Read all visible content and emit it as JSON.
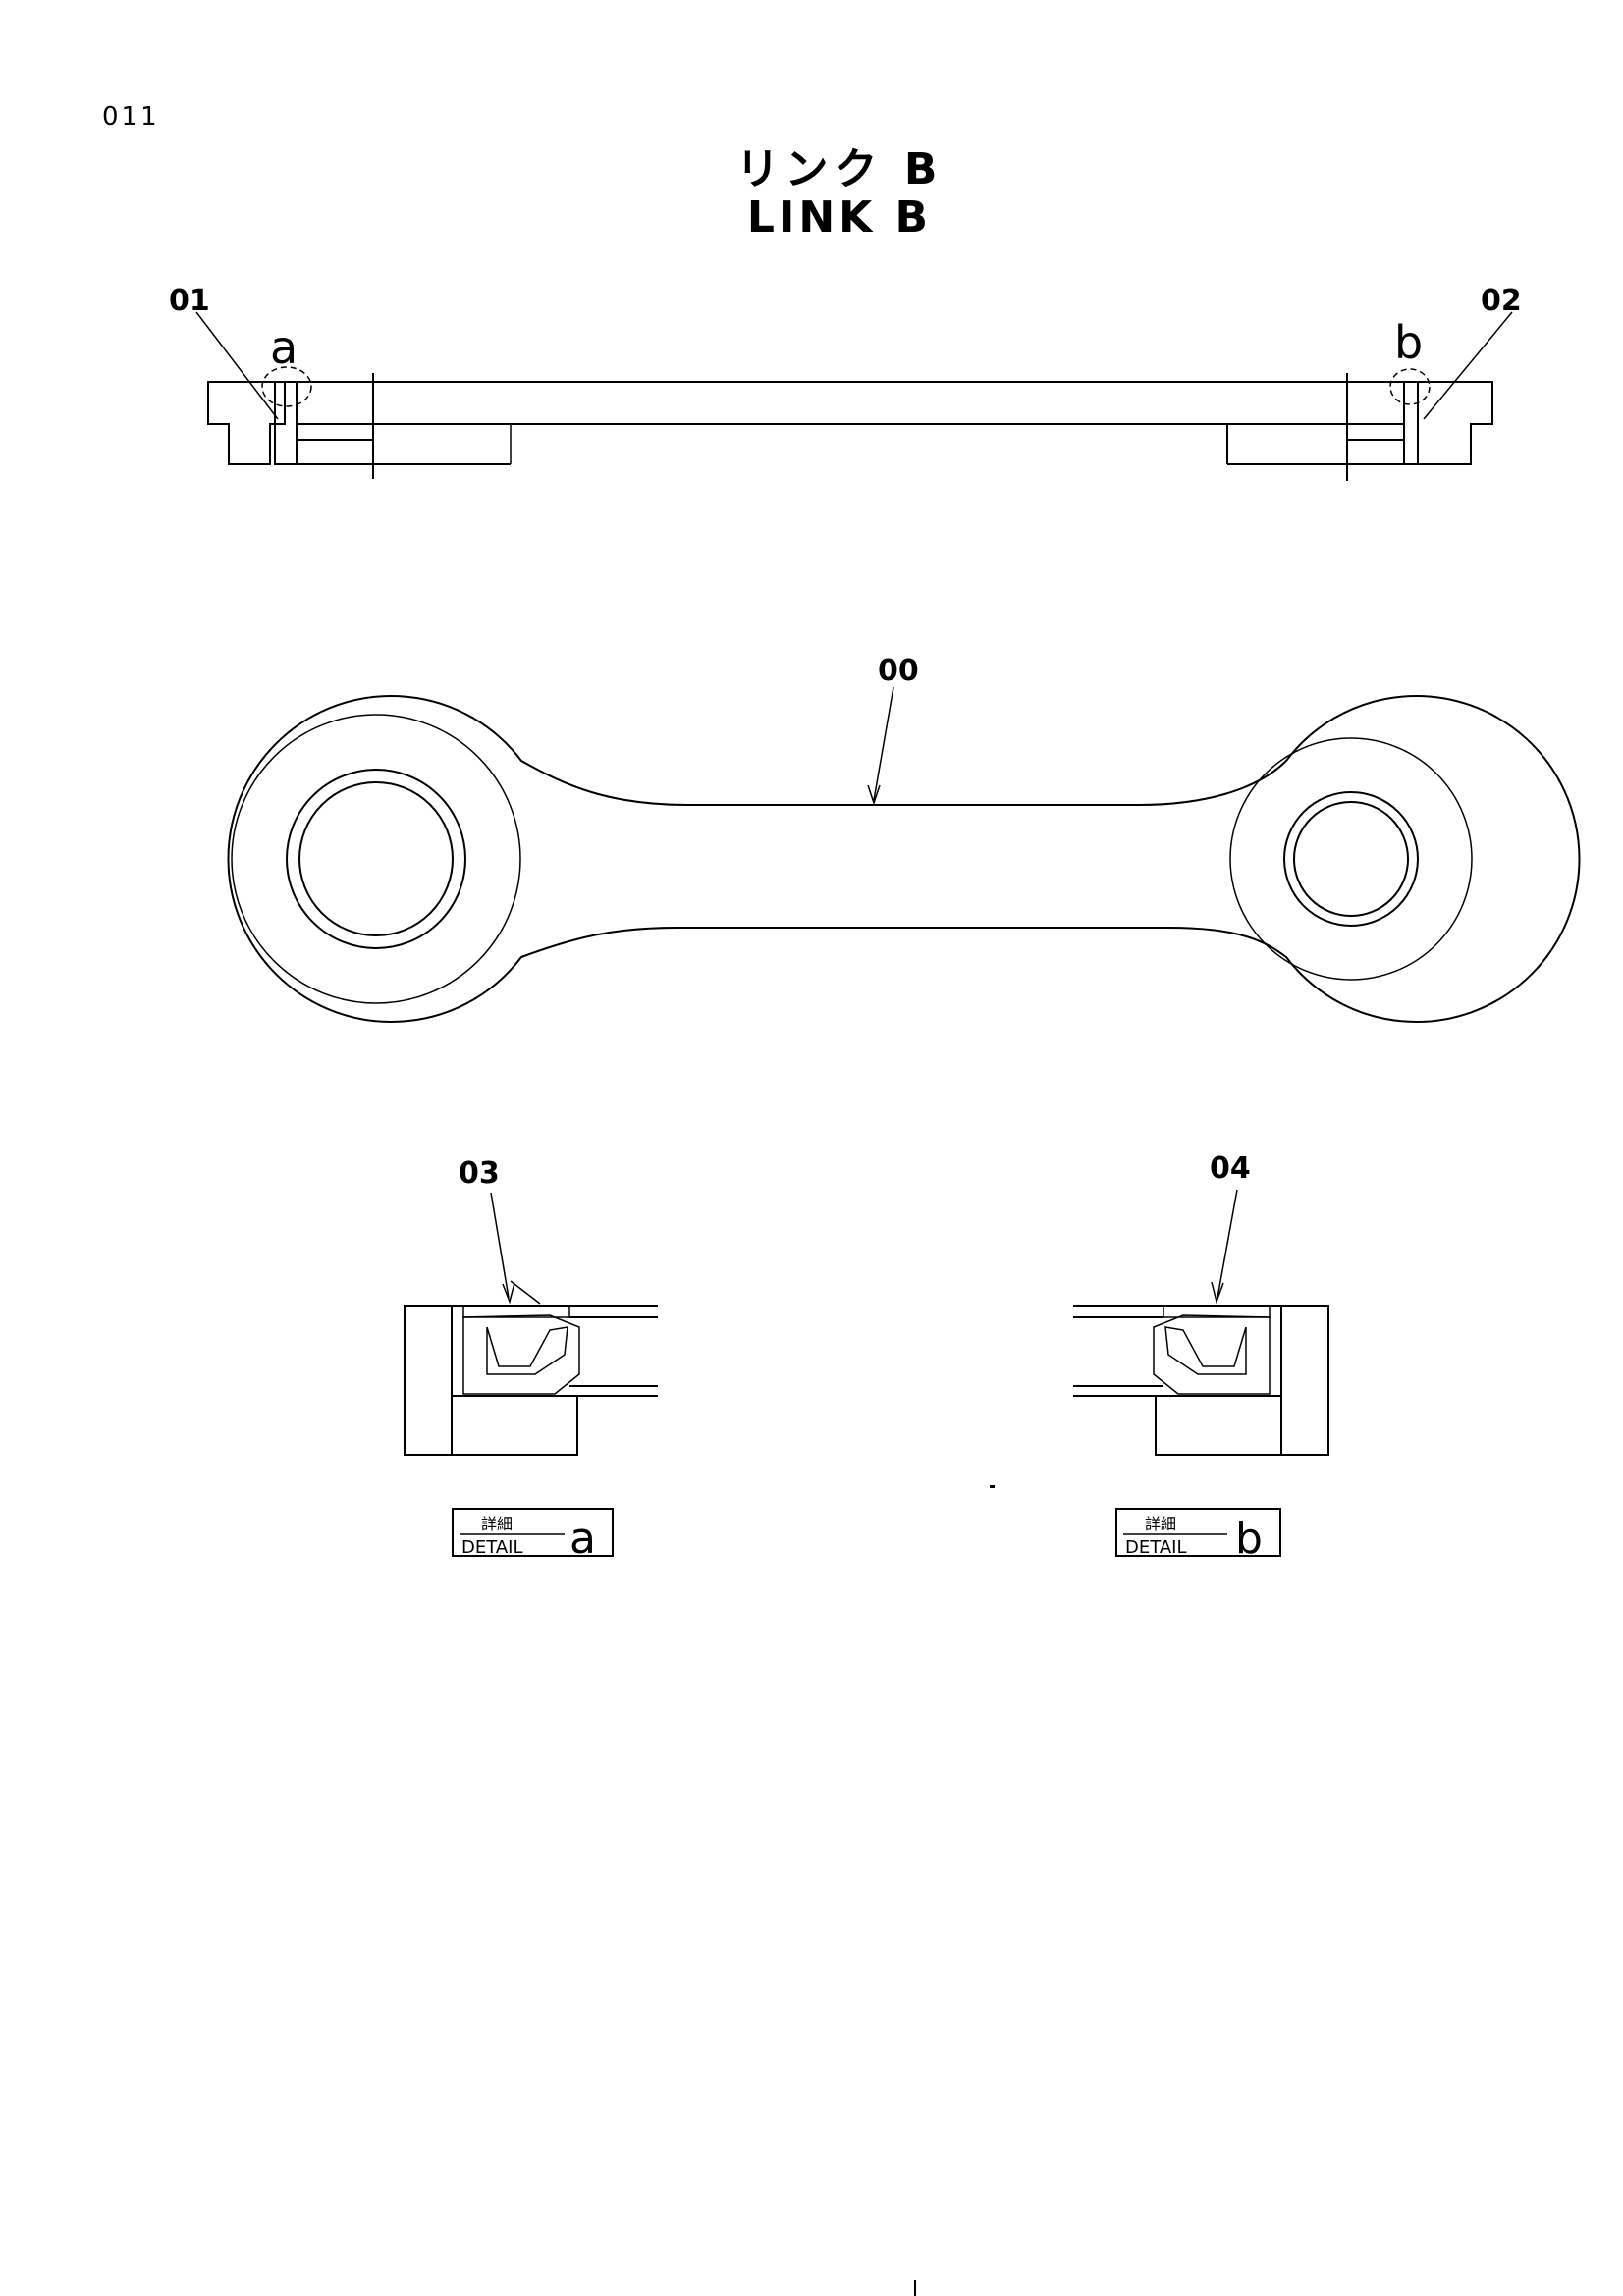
{
  "page_number": "011",
  "title_japanese": "リンク B",
  "title_english": "LINK B",
  "part_labels": {
    "p00": "00",
    "p01": "01",
    "p02": "02",
    "p03": "03",
    "p04": "04"
  },
  "detail_markers": {
    "a": "a",
    "b": "b"
  },
  "detail_boxes": {
    "a": {
      "kanji": "詳細",
      "word": "DETAIL",
      "letter": "a"
    },
    "b": {
      "kanji": "詳細",
      "word": "DETAIL",
      "letter": "b"
    }
  }
}
